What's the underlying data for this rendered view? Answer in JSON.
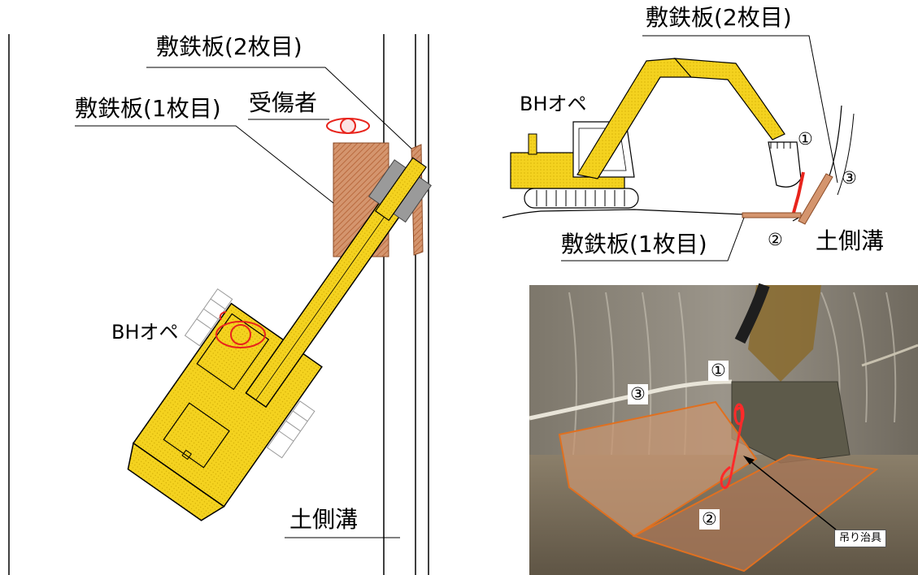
{
  "left_view": {
    "plate2_label": "敷鉄板(2枚目)",
    "plate1_label": "敷鉄板(1枚目)",
    "injured_label": "受傷者",
    "operator_label": "BHオペ",
    "ditch_label": "土側溝"
  },
  "side_view": {
    "plate2_label": "敷鉄板(2枚目)",
    "operator_label": "BHオペ",
    "marker1": "①",
    "marker2": "②",
    "marker3": "③",
    "plate1_label": "敷鉄板(1枚目)",
    "ditch_label": "土側溝"
  },
  "photo": {
    "marker1": "①",
    "marker2": "②",
    "marker3": "③",
    "tool_label": "吊り治具"
  },
  "colors": {
    "machine_yellow": "#f4d21f",
    "plate_brown": "#c9805a",
    "plate_outline": "#e07020",
    "injury_red": "#e8241c",
    "tunnel_gray": "#8a8478"
  }
}
